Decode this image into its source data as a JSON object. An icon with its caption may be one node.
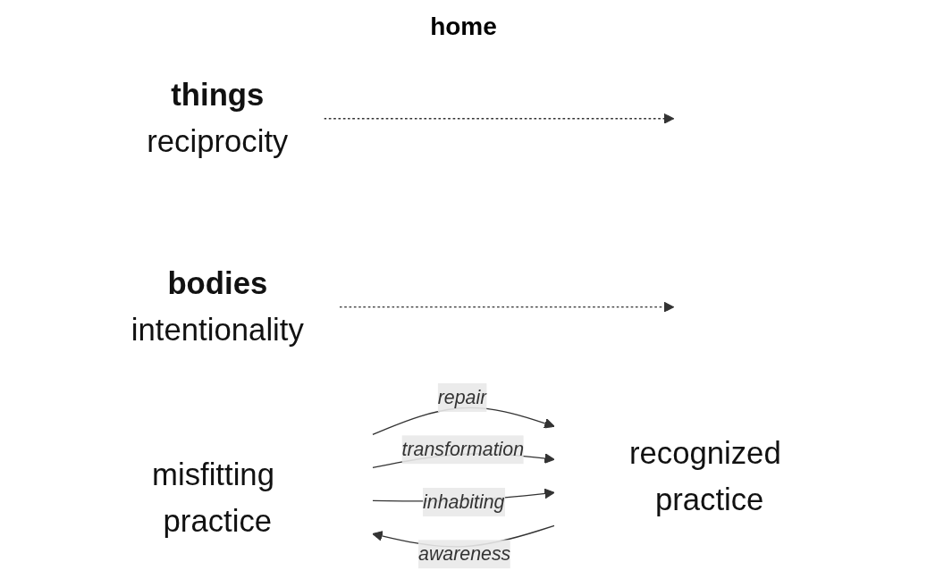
{
  "diagram": {
    "nodes": [
      {
        "text": [
          "things",
          "reciprocity"
        ]
      },
      {
        "text": [
          "bodies",
          "intentionality"
        ]
      },
      {
        "text": [
          "misfitting practice"
        ]
      },
      {
        "text": [
          "recognized practice"
        ]
      }
    ],
    "edges": [
      {
        "from": 2,
        "to": 3,
        "label": "repair",
        "arrow": "to"
      },
      {
        "from": 0,
        "to": null,
        "arrow": "to",
        "style": "dashed"
      },
      {
        "from": 1,
        "to": null,
        "arrow": "to",
        "style": "dashed"
      },
      {
        "from": 2,
        "to": 3,
        "label": "transformation",
        "arrow": "to"
      },
      {
        "from": 3,
        "to": 2,
        "label": "awareness",
        "arrow": "to"
      },
      {
        "from": 2,
        "to": 3,
        "label": "inhabiting",
        "arrow": "to"
      }
    ],
    "labels": [
      "home"
    ]
  }
}
